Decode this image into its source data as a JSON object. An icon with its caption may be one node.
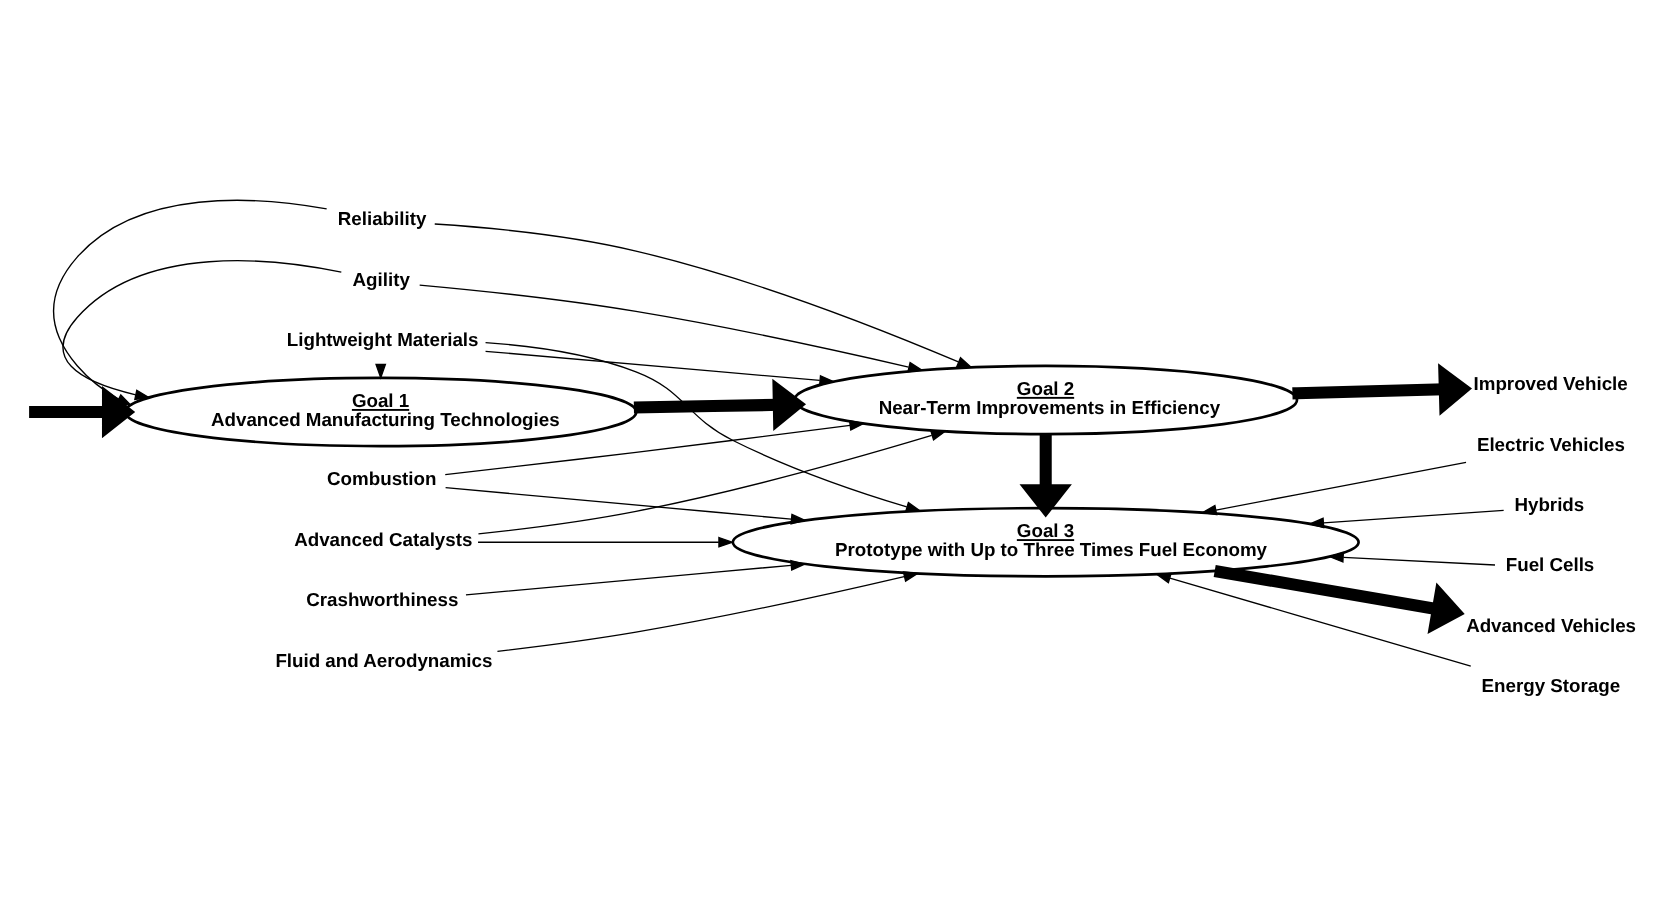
{
  "diagram": {
    "nodes": [
      {
        "text": [
          "Goal 1",
          "Advanced Manufacturing Technologies"
        ]
      },
      {
        "text": [
          "Goal 2",
          "Near-Term Improvements in Efficiency"
        ]
      },
      {
        "text": [
          "Improved Vehicle"
        ]
      },
      {
        "text": [
          "Goal 3",
          "Prototype with Up to Three Times Fuel Economy"
        ]
      },
      {
        "text": [
          "Energy Storage"
        ]
      },
      {
        "text": [
          "Electric Vehicles"
        ]
      },
      {
        "text": [
          "Hybrids"
        ]
      },
      {
        "text": [
          "Fuel Cells"
        ]
      },
      {
        "text": [
          "Reliability"
        ]
      },
      {
        "text": [
          "Agility"
        ]
      },
      {
        "text": [
          "Lightweight Materials"
        ]
      },
      {
        "text": [
          "Combustion"
        ]
      },
      {
        "text": [
          "Advanced Catalysts"
        ]
      },
      {
        "text": [
          "Crashworthiness"
        ]
      },
      {
        "text": [
          "Fluid and Aerodynamics"
        ]
      },
      {
        "text": [
          "Advanced Vehicles"
        ]
      }
    ],
    "edges": [
      {
        "from": null,
        "to": 0,
        "arrow": "to",
        "style": "thick"
      },
      {
        "from": 0,
        "to": 1,
        "arrow": "to",
        "style": "thick"
      },
      {
        "from": 1,
        "to": 2,
        "arrow": "to",
        "style": "thick"
      },
      {
        "from": 1,
        "to": 3,
        "arrow": "to",
        "style": "thick"
      },
      {
        "from": 3,
        "to": 15,
        "arrow": "to",
        "style": "thick"
      },
      {
        "from": 8,
        "to": 0,
        "arrow": "to"
      },
      {
        "from": 9,
        "to": 0,
        "arrow": "to"
      },
      {
        "from": 10,
        "to": 0,
        "arrow": "to"
      },
      {
        "from": 8,
        "to": 1,
        "arrow": "to"
      },
      {
        "from": 9,
        "to": 1,
        "arrow": "to"
      },
      {
        "from": 10,
        "to": 1,
        "arrow": "to"
      },
      {
        "from": 11,
        "to": 1,
        "arrow": "to"
      },
      {
        "from": 12,
        "to": 1,
        "arrow": "to"
      },
      {
        "from": 10,
        "to": 3,
        "arrow": "to"
      },
      {
        "from": 11,
        "to": 3,
        "arrow": "to"
      },
      {
        "from": 12,
        "to": 3,
        "arrow": "to"
      },
      {
        "from": 13,
        "to": 3,
        "arrow": "to"
      },
      {
        "from": 14,
        "to": 3,
        "arrow": "to"
      },
      {
        "from": 4,
        "to": 3,
        "arrow": "to"
      },
      {
        "from": 5,
        "to": 3,
        "arrow": "to"
      },
      {
        "from": 6,
        "to": 3,
        "arrow": "to"
      },
      {
        "from": 7,
        "to": 3,
        "arrow": "to"
      }
    ]
  }
}
